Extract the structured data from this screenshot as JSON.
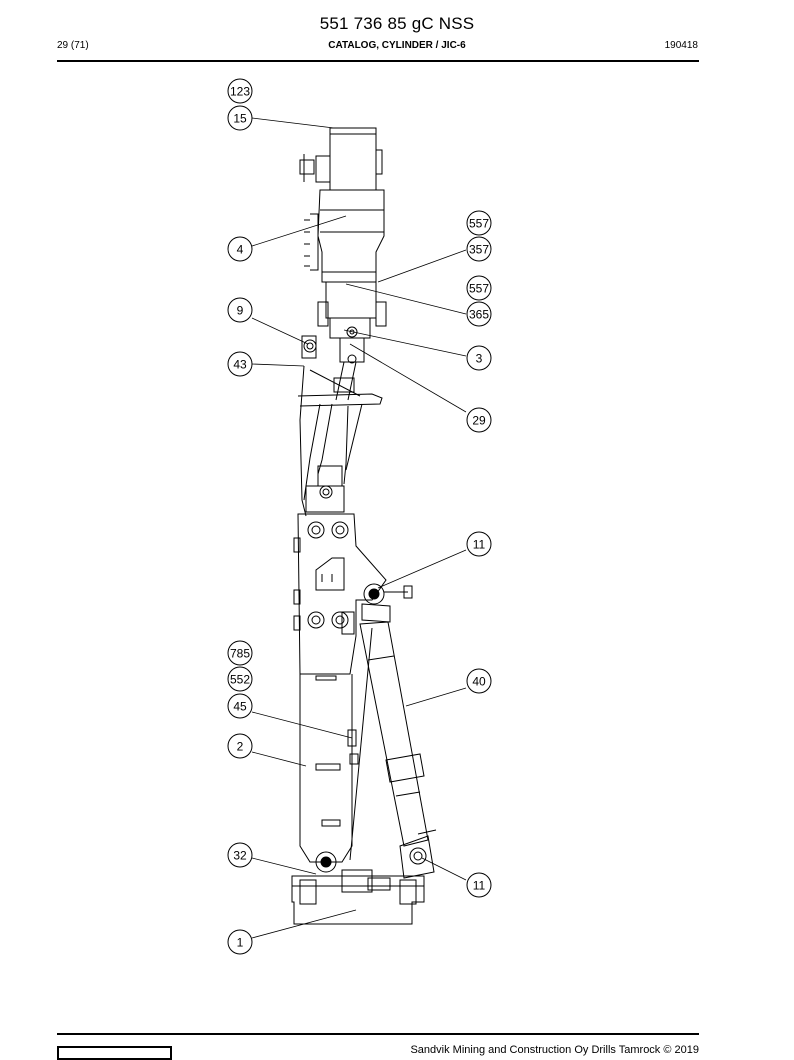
{
  "document": {
    "title": "551 736 85 gC NSS",
    "page": "29 (71)",
    "catalog_title": "CATALOG, CYLINDER / JIC-6",
    "doc_code": "190418",
    "footer_text": "Sandvik Mining and Construction Oy Drills Tamrock © 2019"
  },
  "callouts": [
    {
      "label": "123"
    },
    {
      "label": "15"
    },
    {
      "label": "4"
    },
    {
      "label": "557"
    },
    {
      "label": "357"
    },
    {
      "label": "557"
    },
    {
      "label": "365"
    },
    {
      "label": "9"
    },
    {
      "label": "3"
    },
    {
      "label": "43"
    },
    {
      "label": "29"
    },
    {
      "label": "11"
    },
    {
      "label": "785"
    },
    {
      "label": "552"
    },
    {
      "label": "40"
    },
    {
      "label": "45"
    },
    {
      "label": "2"
    },
    {
      "label": "32"
    },
    {
      "label": "11"
    },
    {
      "label": "1"
    }
  ]
}
